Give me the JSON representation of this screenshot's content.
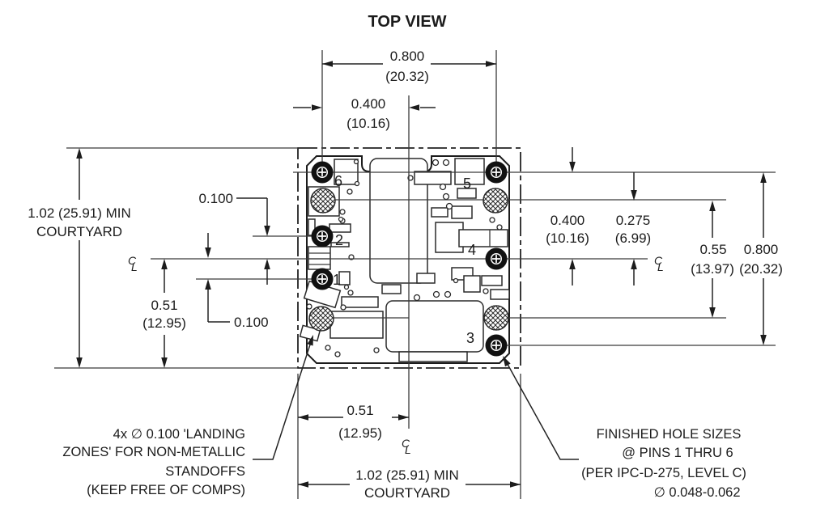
{
  "title": "TOP VIEW",
  "colors": {
    "background": "#ffffff",
    "line": "#1c1c1c"
  },
  "drawing": {
    "dims": {
      "top_width": {
        "inch": "0.800",
        "mm": "(20.32)"
      },
      "top_half": {
        "inch": "0.400",
        "mm": "(10.16)"
      },
      "left_courtyard_l1": "1.02 (25.91) MIN",
      "left_courtyard_l2": "COURTYARD",
      "pin2_offset": "0.100",
      "pin1_offset": "0.100",
      "left_half": {
        "inch": "0.51",
        "mm": "(12.95)"
      },
      "right_pin_row": {
        "inch": "0.400",
        "mm": "(10.16)"
      },
      "right_landing_row": {
        "inch": "0.275",
        "mm": "(6.99)"
      },
      "right_landing_span": {
        "inch": "0.55",
        "mm": "(13.97)"
      },
      "right_pin_span": {
        "inch": "0.800",
        "mm": "(20.32)"
      },
      "bottom_half": {
        "inch": "0.51",
        "mm": "(12.95)"
      },
      "bottom_courtyard_l1": "1.02 (25.91) MIN",
      "bottom_courtyard_l2": "COURTYARD"
    },
    "pins": {
      "p1": "1",
      "p2": "2",
      "p3": "3",
      "p4": "4",
      "p5": "5",
      "p6": "6"
    },
    "notes": {
      "landing_l1": "4x ∅ 0.100 'LANDING",
      "landing_l2": "ZONES' FOR NON-METALLIC",
      "landing_l3": "STANDOFFS",
      "landing_l4": "(KEEP FREE OF COMPS)",
      "holes_l1": "FINISHED HOLE SIZES",
      "holes_l2": "@ PINS 1 THRU 6",
      "holes_l3": "(PER IPC-D-275, LEVEL C)",
      "holes_l4": "∅ 0.048-0.062"
    },
    "symbols": {
      "centerline_c": "C",
      "centerline_l": "L"
    }
  }
}
